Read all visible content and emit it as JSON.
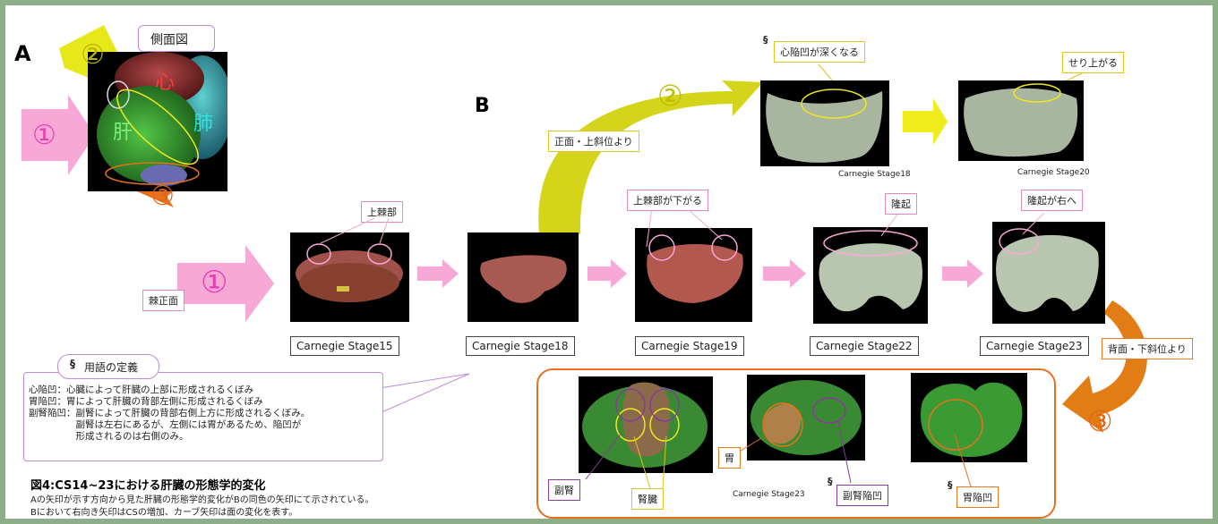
{
  "panel_a": {
    "letter": "A",
    "side_view_label": "側面図",
    "arrows": {
      "one": "①",
      "two": "②",
      "three": "③"
    },
    "organs": {
      "heart": "心",
      "liver": "肝",
      "lung": "肺"
    }
  },
  "panel_b": {
    "letter": "B",
    "arrows": {
      "one": "①",
      "two": "②",
      "three": "③"
    },
    "views": {
      "front_view": "棘正面",
      "front_upper_oblique": "正面・上斜位より",
      "back_lower_oblique": "背面・下斜位より"
    },
    "callouts": {
      "upper_spine": "上棘部",
      "upper_spine_lowers": "上棘部が下がる",
      "bulge": "隆起",
      "bulge_right": "隆起が右へ",
      "cardiac_fossa_deepens": "心陥凹が深くなる",
      "rises": "せり上がる",
      "adrenal": "副腎",
      "kidney": "腎臓",
      "stomach": "胃",
      "adrenal_fossa": "副腎陥凹",
      "gastric_fossa": "胃陥凹"
    },
    "section_mark": "§",
    "stages_main": [
      "Carnegie Stage15",
      "Carnegie Stage18",
      "Carnegie Stage19",
      "Carnegie Stage22",
      "Carnegie Stage23"
    ],
    "stages_top": [
      "Carnegie Stage18",
      "Carnegie Stage20"
    ],
    "stage_bottom": "Carnegie Stage23"
  },
  "glossary": {
    "mark": "§",
    "title": "用語の定義",
    "lines": [
      "心陥凹：心臓によって肝臓の上部に形成されるくぼみ",
      "胃陥凹：胃によって肝臓の背部左側に形成されるくぼみ",
      "副腎陥凹：副腎によって肝臓の背部右側上方に形成されるくぼみ。",
      "　　　　　副腎は左右にあるが、左側には胃があるため、陥凹が",
      "　　　　　形成されるのは右側のみ。"
    ]
  },
  "caption": {
    "title": "図4:CS14~23における肝臓の形態学的変化",
    "line1": "Aの矢印が示す方向から見た肝臓の形態学的変化がBの同色の矢印にて示されている。",
    "line2": "Bにおいて右向き矢印はCSの増加、カーブ矢印は面の変化を表す。"
  },
  "colors": {
    "frame": "#8caf8a",
    "pink": "#f7a8d6",
    "pink_text": "#e63fb0",
    "yellow": "#e8ec1c",
    "yellow_dark": "#c8c400",
    "orange": "#e8701a",
    "orange_text": "#e0671a",
    "purple": "#8a3a9a"
  }
}
